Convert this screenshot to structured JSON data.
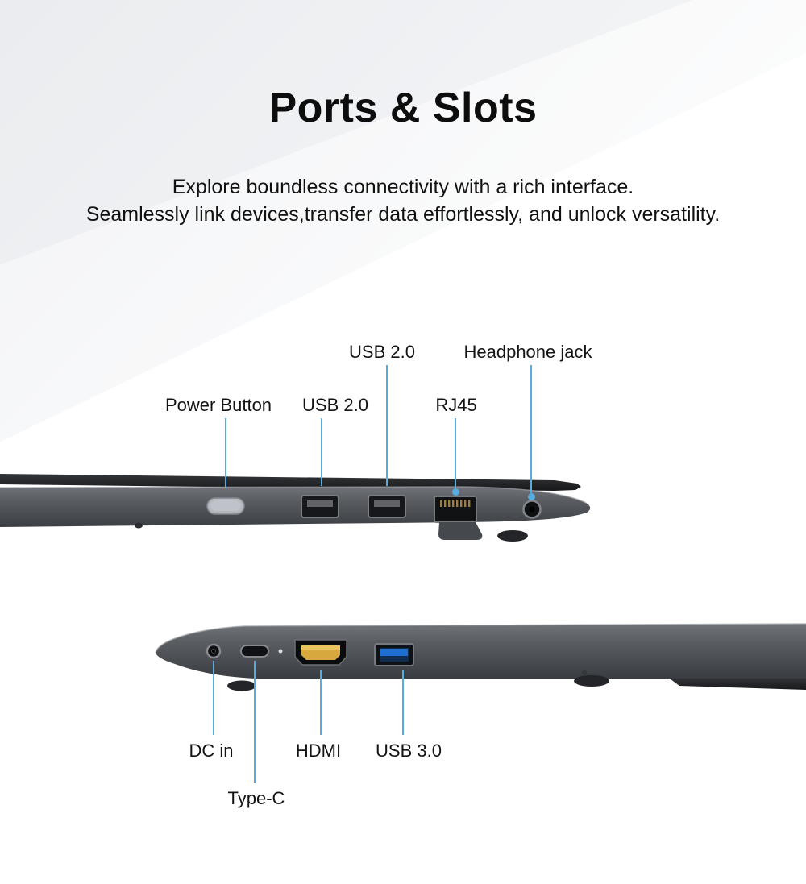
{
  "title": "Ports & Slots",
  "subtitle": {
    "line1": "Explore boundless connectivity with a rich interface.",
    "line2": "Seamlessly link devices,transfer data effortlessly, and unlock versatility."
  },
  "colors": {
    "callout_line": "#57abdf",
    "laptop_body": "#55585d",
    "hdmi_gold": "#d7a83e",
    "usb3_blue": "#1e6fd2"
  },
  "top_laptop": {
    "view": "right-side edge of closed laptop",
    "ports": [
      "power-button",
      "usb-2.0-port",
      "usb-2.0-port",
      "rj45-port",
      "headphone-jack"
    ],
    "callouts": [
      {
        "label": "USB 2.0"
      },
      {
        "label": "Headphone jack"
      },
      {
        "label": "Power Button"
      },
      {
        "label": "USB 2.0"
      },
      {
        "label": "RJ45"
      }
    ]
  },
  "bottom_laptop": {
    "view": "left-side edge of closed laptop",
    "ports": [
      "dc-in-jack",
      "type-c-port",
      "hdmi-port",
      "usb-3.0-port"
    ],
    "callouts": [
      {
        "label": "DC in"
      },
      {
        "label": "HDMI"
      },
      {
        "label": "USB 3.0"
      },
      {
        "label": "Type-C"
      }
    ]
  }
}
